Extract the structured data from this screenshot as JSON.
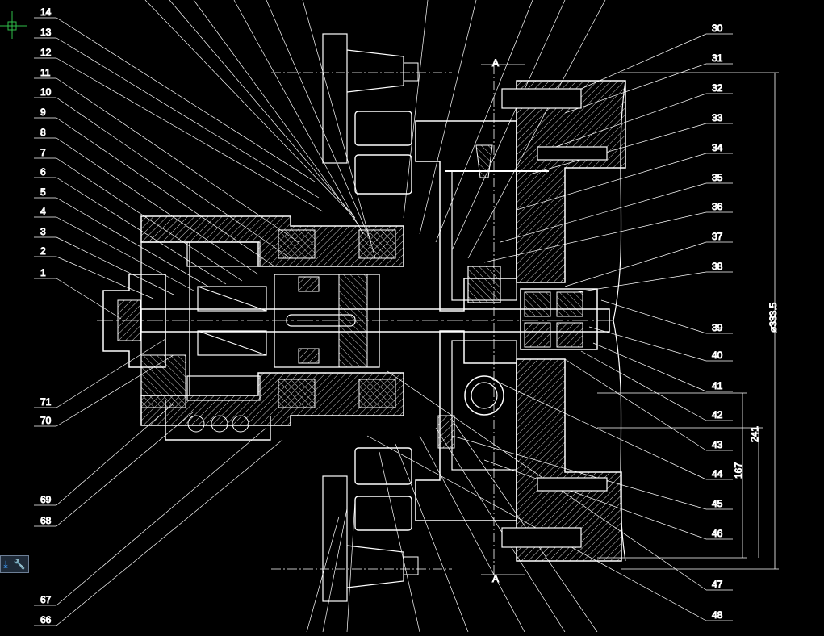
{
  "colors": {
    "background": "#000000",
    "lines": "#ffffff",
    "crosshair": "#2fbf4a",
    "tool_button": "#1e2a38",
    "tool_icon": "#3fa0ff"
  },
  "left_labels": [
    "14",
    "13",
    "12",
    "11",
    "10",
    "9",
    "8",
    "7",
    "6",
    "5",
    "4",
    "3",
    "2",
    "1",
    "71",
    "70",
    "69",
    "68",
    "67",
    "66"
  ],
  "right_labels": [
    "30",
    "31",
    "32",
    "33",
    "34",
    "35",
    "36",
    "37",
    "38",
    "39",
    "40",
    "41",
    "42",
    "43",
    "44",
    "45",
    "46",
    "47",
    "48"
  ],
  "section_marks": {
    "top": "A",
    "bottom": "A"
  },
  "dimensions": {
    "outer_diameter": "ø333.5",
    "height_241": "241",
    "height_167": "167"
  },
  "toolbar": {
    "pin_icon": "pin-icon",
    "wrench_icon": "wrench-icon"
  }
}
